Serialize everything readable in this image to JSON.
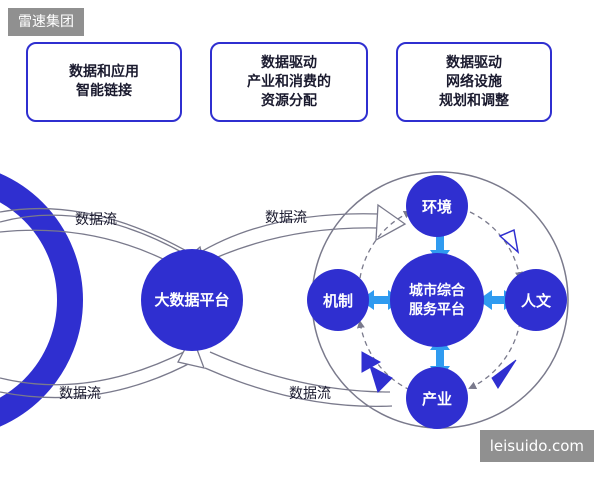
{
  "watermarks": {
    "top_left": "雷速集团",
    "bottom_right": "leisuido.com"
  },
  "top_boxes": [
    {
      "lines": [
        "数据和应用",
        "智能链接"
      ]
    },
    {
      "lines": [
        "数据驱动",
        "产业和消费的",
        "资源分配"
      ]
    },
    {
      "lines": [
        "数据驱动",
        "网络设施",
        "规划和调整"
      ]
    }
  ],
  "flow_labels": {
    "upper_left": "数据流",
    "upper_right": "数据流",
    "lower_left": "数据流",
    "lower_right": "数据流"
  },
  "nodes": {
    "big_data_platform": "大数据平台",
    "city_platform_line1": "城市综合",
    "city_platform_line2": "服务平台",
    "environment": "环境",
    "mechanism": "机制",
    "humanities": "人文",
    "industry": "产业"
  },
  "colors": {
    "primary_blue": "#2F2FD0",
    "arrow_light_blue": "#2F9BF0",
    "outline_gray": "#7A7A8C"
  }
}
